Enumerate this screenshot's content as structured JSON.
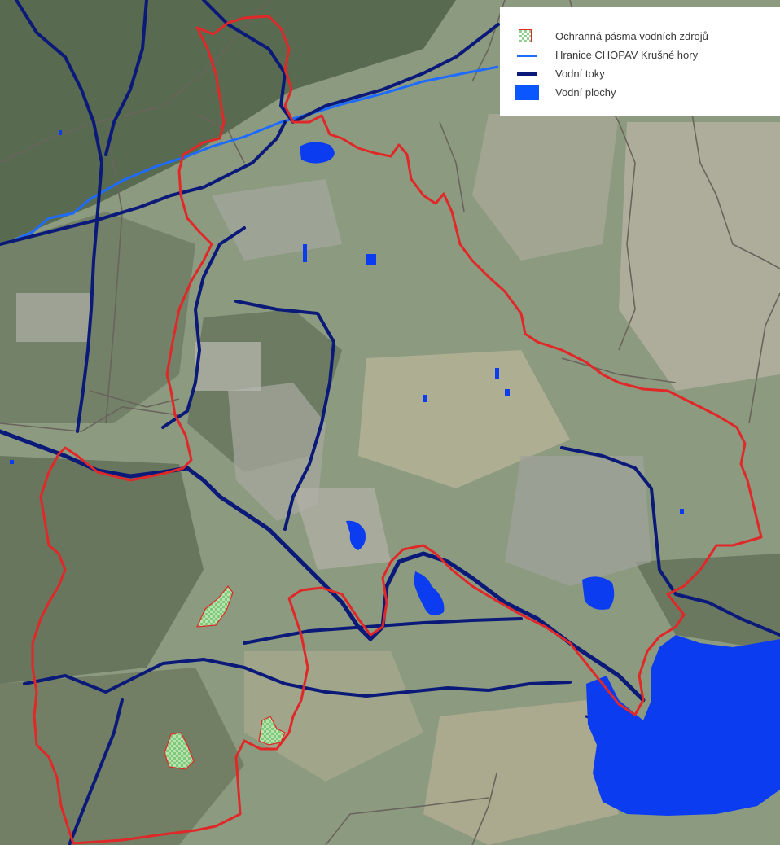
{
  "colors": {
    "background": "#8c9a80",
    "zone_boundary": "#e02828",
    "municipal_boundary": "#6a645c",
    "chopav_boundary": "#1d6bff",
    "water_course": "#0b1a78",
    "water_body": "#0b3cf0",
    "protection_zone_fill": "#7ec97a"
  },
  "legend": {
    "items": [
      {
        "symbol": "hatched-polygon-icon",
        "label": "Ochranná pásma vodních zdrojů"
      },
      {
        "symbol": "light-blue-line-icon",
        "label": "Hranice CHOPAV Krušné hory"
      },
      {
        "symbol": "dark-blue-line-icon",
        "label": "Vodní toky"
      },
      {
        "symbol": "blue-fill-icon",
        "label": "Vodní plochy"
      }
    ]
  }
}
